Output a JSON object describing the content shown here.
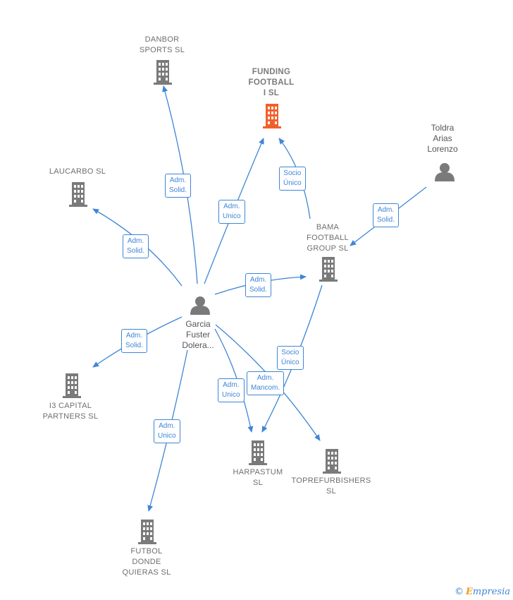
{
  "colors": {
    "edge": "#3f86d6",
    "building": "#7a7a7a",
    "highlight": "#f0602c",
    "person": "#7a7a7a"
  },
  "nodes": {
    "danbor": {
      "label": "DANBOR\nSPORTS  SL",
      "icon": "building-icon"
    },
    "funding": {
      "label": "FUNDING\nFOOTBALL\nI  SL",
      "icon": "building-icon-highlighted"
    },
    "toldra": {
      "label": "Toldra\nArias\nLorenzo",
      "icon": "person-icon"
    },
    "laucarbo": {
      "label": "LAUCARBO  SL",
      "icon": "building-icon"
    },
    "bama": {
      "label": "BAMA\nFOOTBALL\nGROUP  SL",
      "icon": "building-icon"
    },
    "garcia": {
      "label": "Garcia\nFuster\nDolera...",
      "icon": "person-icon"
    },
    "i3": {
      "label": "I3 CAPITAL\nPARTNERS  SL",
      "icon": "building-icon"
    },
    "harpastum": {
      "label": "HARPASTUM\nSL",
      "icon": "building-icon"
    },
    "toprefurbishers": {
      "label": "TOPREFURBISHERS\nSL",
      "icon": "building-icon"
    },
    "futbol": {
      "label": "FUTBOL\nDONDE\nQUIERAS SL",
      "icon": "building-icon"
    }
  },
  "edges": {
    "garcia_danbor": "Adm.\nSolid.",
    "garcia_funding": "Adm.\nUnico",
    "bama_funding": "Socio\nÚnico",
    "toldra_bama": "Adm.\nSolid.",
    "garcia_laucarbo": "Adm.\nSolid.",
    "garcia_bama": "Adm.\nSolid.",
    "garcia_i3": "Adm.\nSolid.",
    "bama_harpastum": "Socio\nÚnico",
    "garcia_toprefurbishers": "Adm.\nMancom.",
    "garcia_harpastum": "Adm.\nUnico",
    "garcia_futbol": "Adm.\nUnico"
  },
  "brand": {
    "copyright": "©",
    "first_letter": "E",
    "rest": "mpresia"
  }
}
